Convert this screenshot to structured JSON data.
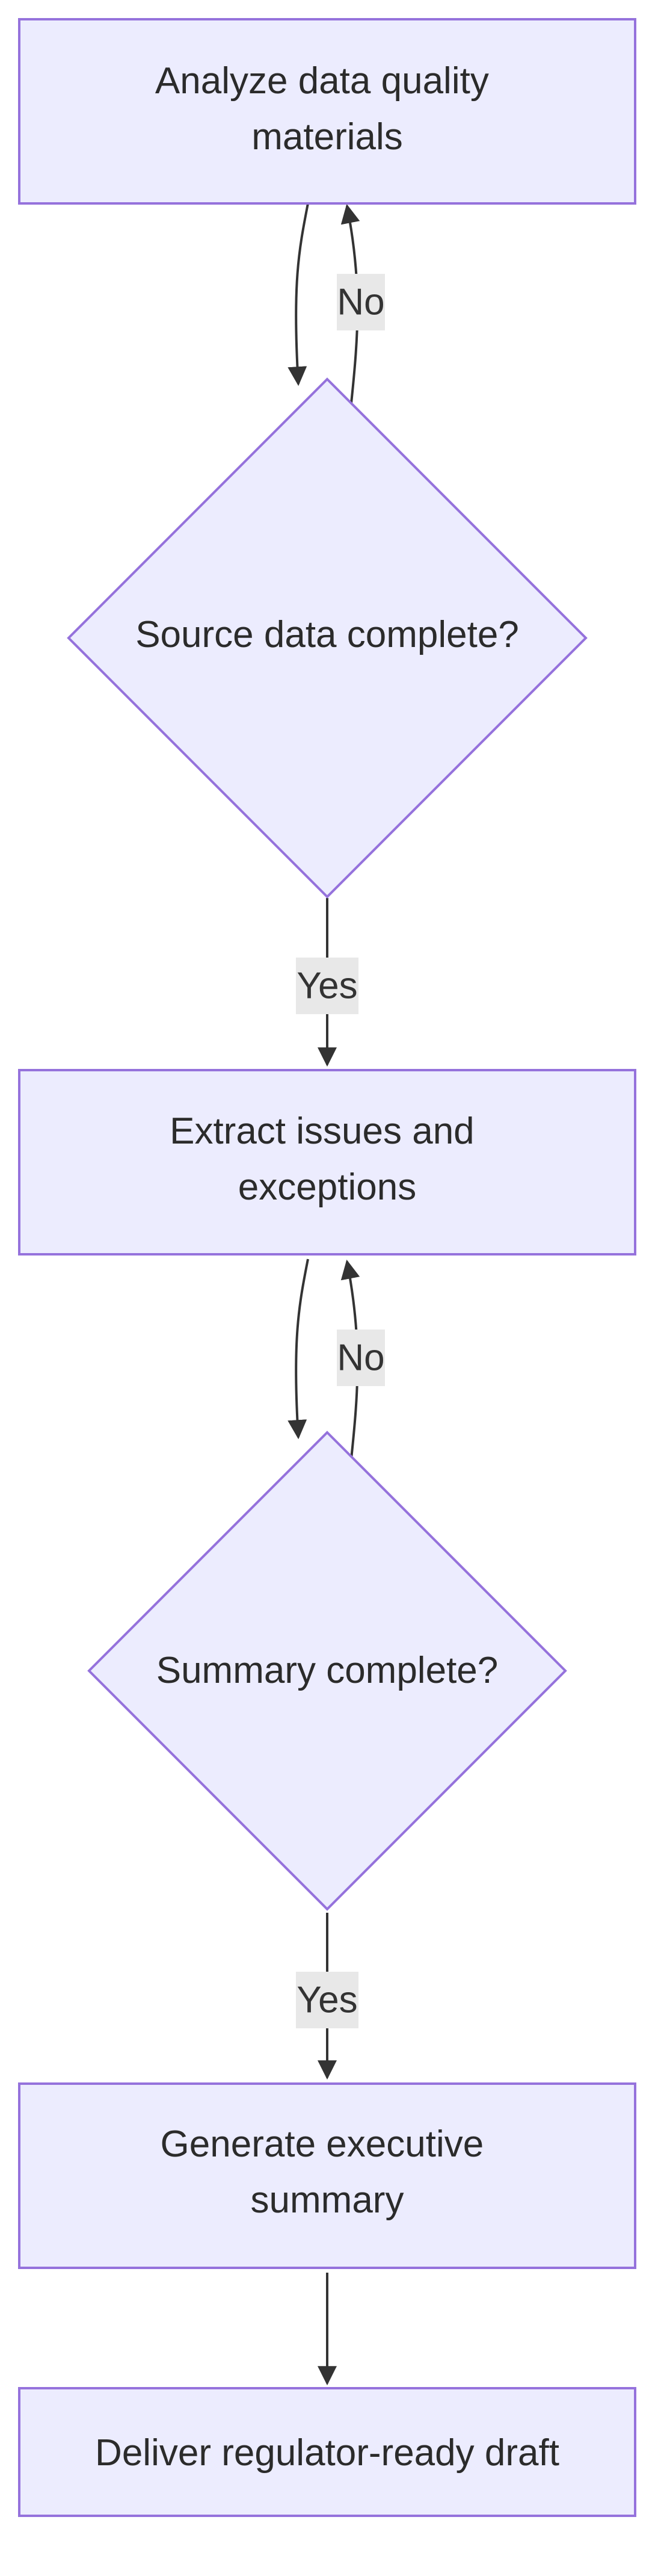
{
  "flowchart": {
    "nodes": {
      "analyze": {
        "lines": [
          "Analyze data quality",
          "materials"
        ]
      },
      "source_check": {
        "lines": [
          "Source data complete?"
        ]
      },
      "extract": {
        "lines": [
          "Extract issues and",
          "exceptions"
        ]
      },
      "summary_check": {
        "lines": [
          "Summary complete?"
        ]
      },
      "generate": {
        "lines": [
          "Generate executive",
          "summary"
        ]
      },
      "deliver": {
        "lines": [
          "Deliver regulator-ready draft"
        ]
      }
    },
    "edges": {
      "source_no": "No",
      "source_yes": "Yes",
      "summary_no": "No",
      "summary_yes": "Yes"
    },
    "colors": {
      "node_fill": "#ececfe",
      "node_stroke": "#9572dc",
      "edge": "#333333",
      "label_bg": "#e8e8e8"
    }
  }
}
